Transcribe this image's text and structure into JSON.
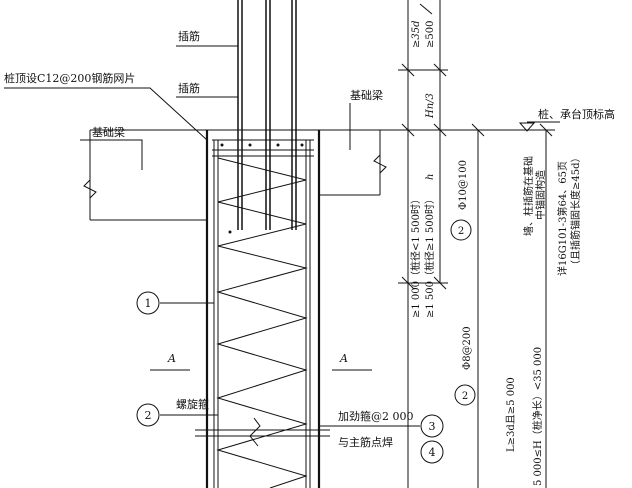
{
  "labels": {
    "dowel_top": "插筋",
    "dowel_mid": "插筋",
    "pile_top_mesh": "桩顶设C12@200钢筋网片",
    "foundation_beam_left": "基础梁",
    "foundation_beam_right": "基础梁",
    "pile_cap_top": "桩、承台顶标高",
    "spiral_hoop": "螺旋箍",
    "stiffener": "加劲箍@2 000",
    "spot_weld": "与主筋点焊",
    "section_left": "A",
    "section_right": "A"
  },
  "dimensions": {
    "anchor_35d": "≥35d",
    "anchor_500": "≥500",
    "hn_over_3": "Hn/3",
    "h": "h",
    "dense_len_a": "≥1 000（桩径<1 500时）",
    "dense_len_b": "≥1 500（桩径≥1 500时）",
    "pile_length_min": "L≥3d且≥5 000",
    "pile_net_length": "5 000≤H（桩净长）<35 000"
  },
  "callouts": {
    "c1": "1",
    "c2a": "2",
    "c2b": "2",
    "c2c": "2",
    "c3": "3",
    "c4": "4"
  },
  "rebar_specs": {
    "dense_hoop": "Φ10@100",
    "normal_hoop": "Φ8@200"
  },
  "notes": {
    "anchor_line1": "墙、柱插筋在基础",
    "anchor_line2": "中锚固构造",
    "anchor_line3": "详16G101-3第64、65页",
    "anchor_line4": "（且插筋锚固长度≥45d）"
  }
}
